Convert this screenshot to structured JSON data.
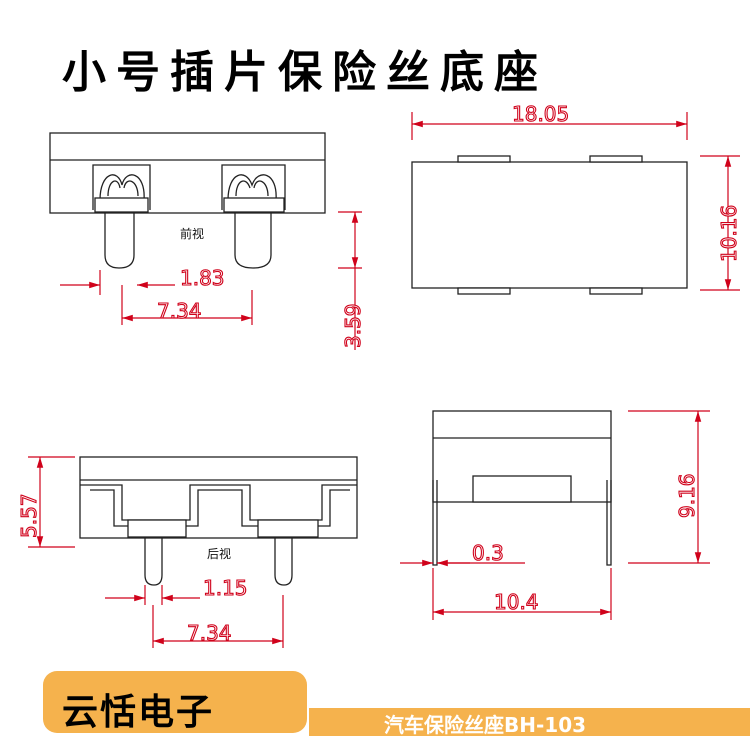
{
  "title": "小号插片保险丝底座",
  "views": {
    "front_label": "前视",
    "rear_label": "后视"
  },
  "dimensions": {
    "front_pin_width": "1.83",
    "front_pin_pitch": "7.34",
    "front_pin_length": "3.59",
    "top_length": "18.05",
    "top_width": "10.16",
    "rear_height": "5.57",
    "rear_pin_width": "1.15",
    "rear_pin_pitch": "7.34",
    "side_height": "9.16",
    "side_pin_thickness": "0.3",
    "side_width": "10.4"
  },
  "footer": {
    "brand": "云恬电子",
    "product": "汽车保险丝座BH-103"
  },
  "colors": {
    "dimension": "#d0021b",
    "outline": "#222222",
    "accent": "#f5b24d"
  }
}
